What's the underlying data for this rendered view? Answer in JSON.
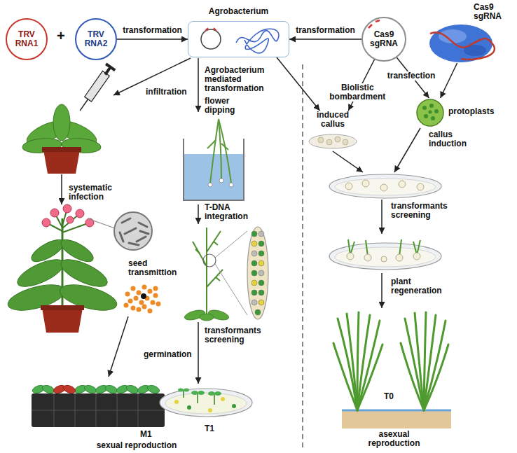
{
  "diagram": {
    "nodes": [
      {
        "text": [
          "TRV RNA1"
        ]
      },
      {
        "text": [
          "TRV RNA2"
        ]
      },
      {
        "text": [
          "Agrobacterium"
        ]
      },
      {
        "text": [
          "Cas9 sgRNA"
        ]
      },
      {
        "text": [
          "Cas9 sgRNA"
        ]
      },
      {
        "text": [
          "induced callus"
        ]
      },
      {
        "text": [
          "protoplasts"
        ]
      }
    ],
    "edges": [
      {
        "from": 1,
        "to": 2,
        "arrow": "to",
        "label": "transformation"
      },
      {
        "from": 3,
        "to": 2,
        "arrow": "to",
        "label": "transformation"
      },
      {
        "from": 2,
        "to": 5,
        "arrow": "to"
      },
      {
        "from": 3,
        "to": 5,
        "arrow": "to",
        "label": "Biolistic bombardment"
      },
      {
        "from": 3,
        "to": 6,
        "arrow": "to",
        "label": "transfection"
      },
      {
        "from": 4,
        "to": 6,
        "arrow": "to"
      }
    ],
    "labels": [
      "+",
      "infiltration",
      "Agrobacterium mediated transformation",
      "flower dipping",
      "systematic infection",
      "seed transmittion",
      "germination",
      "M1",
      "sexual reproduction",
      "T-DNA integration",
      "transformants screening",
      "T1",
      "callus induction",
      "transformants screening",
      "plant regeneration",
      "T0",
      "asexual reproduction"
    ]
  }
}
